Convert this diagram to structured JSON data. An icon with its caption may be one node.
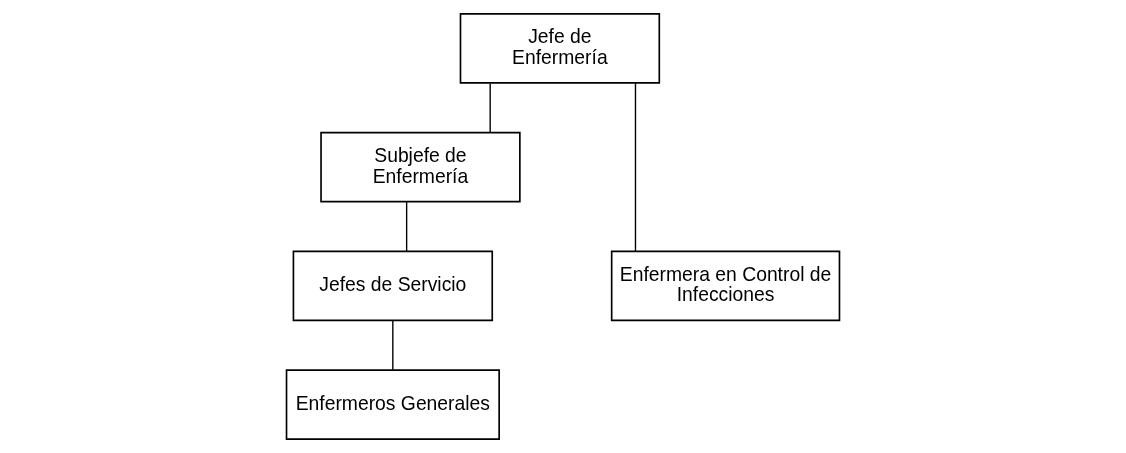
{
  "diagram": {
    "nodes": [
      {
        "text": [
          "Jefe de Enfermería"
        ]
      },
      {
        "text": [
          "Subjefe de Enfermería"
        ]
      },
      {
        "text": [
          "Jefes de Servicio"
        ]
      },
      {
        "text": [
          "Enfermeros Generales"
        ]
      },
      {
        "text": [
          "Enfermera en Control de Infecciones"
        ]
      }
    ],
    "edges": [
      {
        "from": 0,
        "to": 1,
        "arrow": "none"
      },
      {
        "from": 1,
        "to": 2,
        "arrow": "none"
      },
      {
        "from": 2,
        "to": 3,
        "arrow": "none"
      },
      {
        "from": 0,
        "to": 4,
        "arrow": "none"
      }
    ]
  }
}
